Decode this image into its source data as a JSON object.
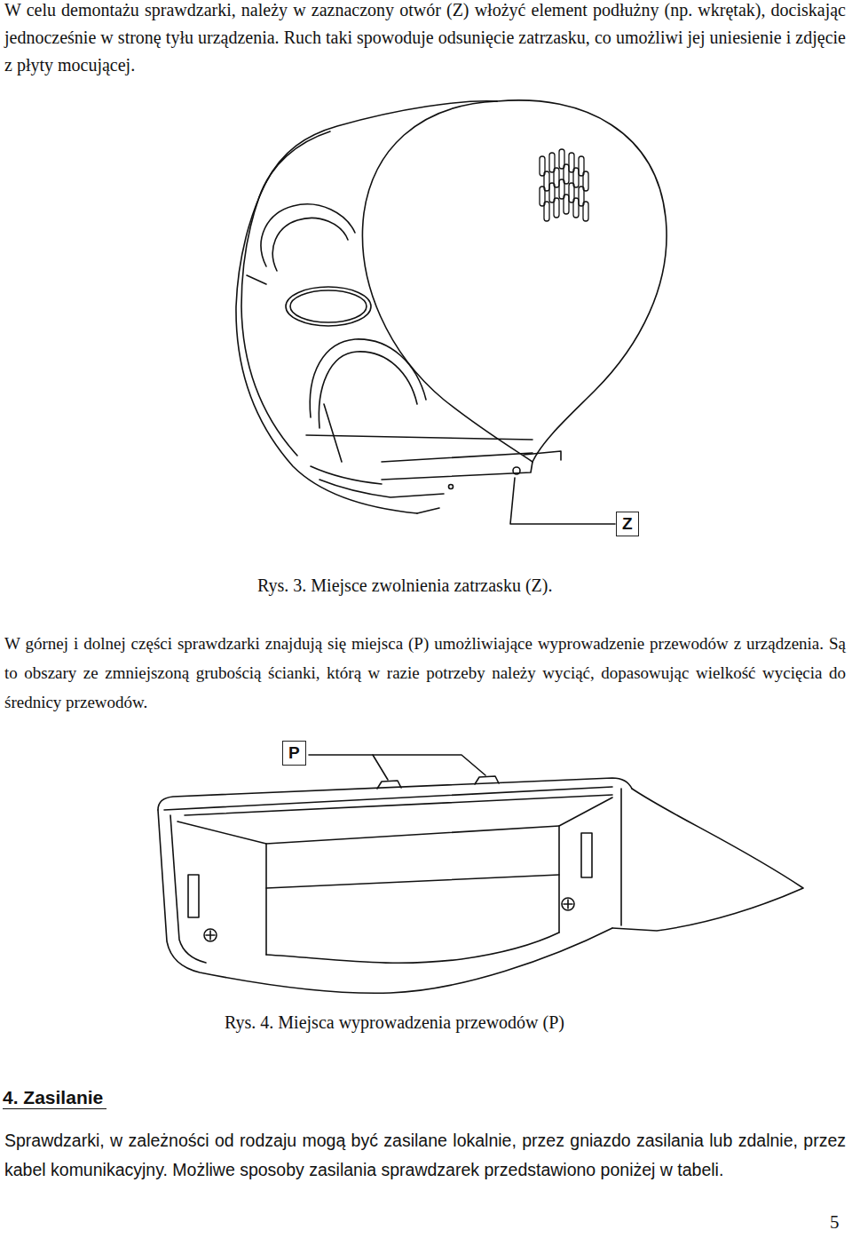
{
  "diagram": {
    "labels": [
      "W celu demontażu sprawdzarki, należy w zaznaczony otwór (Z) włożyć element podłużny (np. wkrętak), dociskając jednocześnie w stronę tyłu urządzenia. Ruch taki spowoduje odsunięcie zatrzasku, co umożliwi jej uniesienie i zdjęcie z płyty mocującej.",
      "Z",
      "Rys. 3. Miejsce zwolnienia zatrzasku (Z).",
      "W górnej i dolnej części sprawdzarki znajdują się miejsca (P) umożliwiające wyprowadzenie przewodów z urządzenia. Są to obszary ze zmniejszoną grubością ścianki, którą w razie potrzeby należy wyciąć, dopasowując wielkość wycięcia do średnicy przewodów.",
      "P",
      "Rys. 4. Miejsca wyprowadzenia przewodów (P)",
      "4. Zasilanie",
      "Sprawdzarki, w zależności od rodzaju mogą być zasilane lokalnie, przez gniazdo zasilania lub zdalnie, przez kabel komunikacyjny. Możliwe sposoby zasilania sprawdzarek przedstawiono poniżej w tabeli.",
      "5"
    ]
  }
}
